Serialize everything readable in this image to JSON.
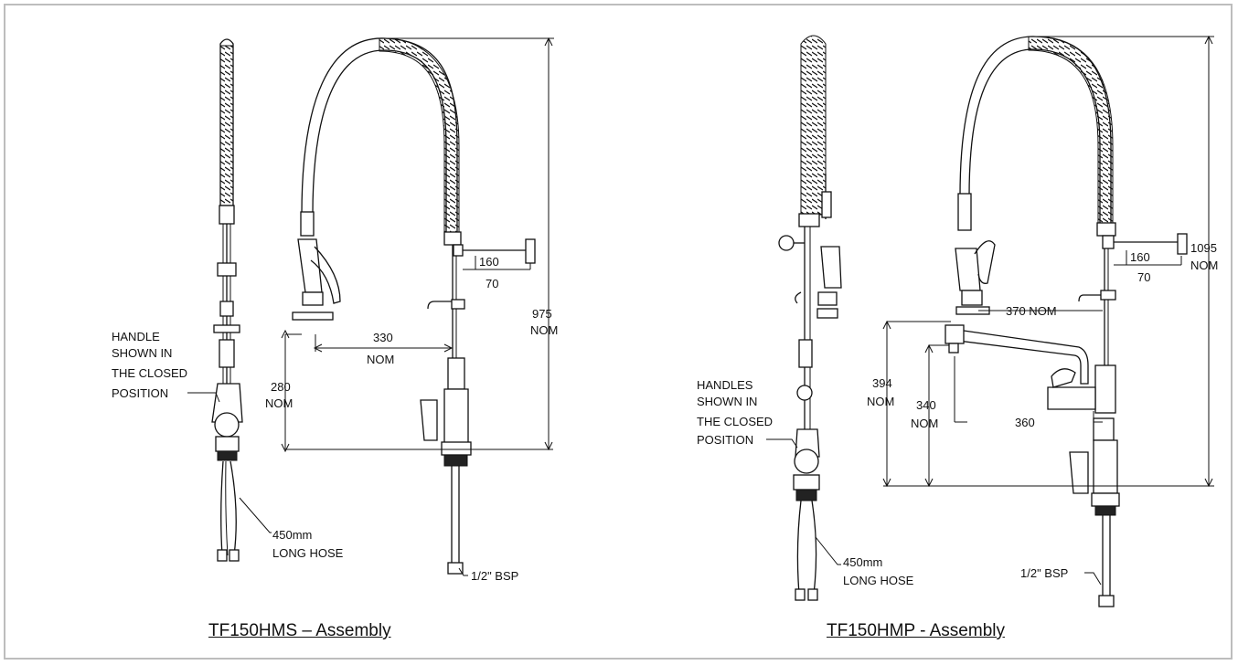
{
  "assemblies": [
    {
      "caption": "TF150HMS – Assembly",
      "labels": {
        "handle_note": [
          "HANDLE",
          "SHOWN IN",
          "THE CLOSED",
          "POSITION"
        ],
        "dim_160": "160",
        "dim_70": "70",
        "dim_330": [
          "330",
          "NOM"
        ],
        "dim_280": [
          "280",
          "NOM"
        ],
        "dim_975": [
          "975",
          "NOM"
        ],
        "hose": [
          "450mm",
          "LONG HOSE"
        ],
        "bsp": "1/2\" BSP"
      }
    },
    {
      "caption": "TF150HMP - Assembly",
      "labels": {
        "handle_note": [
          "HANDLES",
          "SHOWN IN",
          "THE CLOSED",
          "POSITION"
        ],
        "dim_160": "160",
        "dim_70": "70",
        "dim_1095": [
          "1095",
          "NOM"
        ],
        "dim_370": "370 NOM",
        "dim_394": [
          "394",
          "NOM"
        ],
        "dim_340": [
          "340",
          "NOM"
        ],
        "dim_360": "360",
        "hose": [
          "450mm",
          "LONG HOSE"
        ],
        "bsp": "1/2\" BSP"
      }
    }
  ]
}
